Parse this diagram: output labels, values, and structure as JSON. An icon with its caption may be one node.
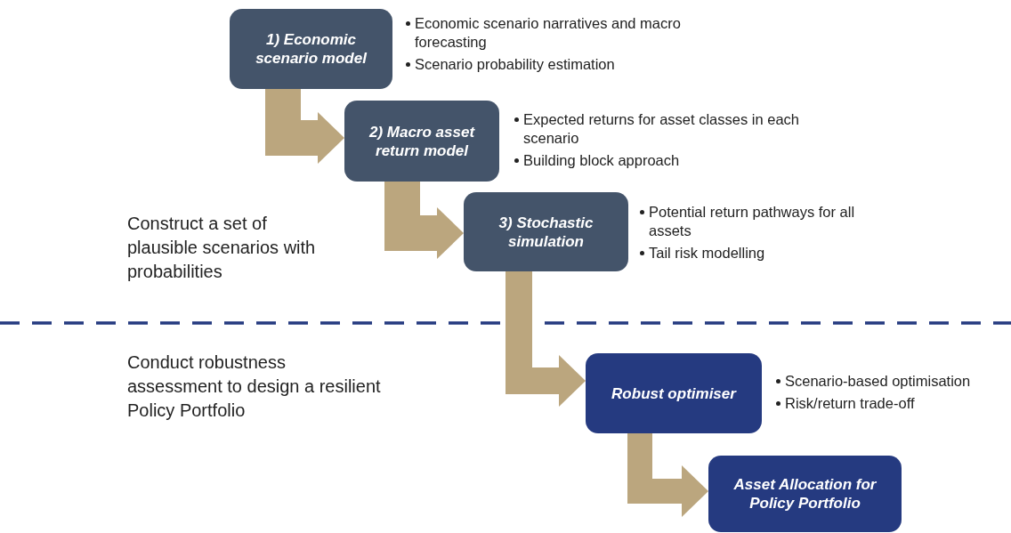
{
  "diagram": {
    "nodes": [
      {
        "text": [
          "1) Economic scenario model"
        ],
        "beside": [
          "Economic scenario narratives and macro forecasting",
          "Scenario probability estimation"
        ]
      },
      {
        "text": [
          "2) Macro asset return model"
        ],
        "beside": [
          "Expected returns for asset classes in each scenario",
          "Building block approach"
        ]
      },
      {
        "text": [
          "3) Stochastic simulation"
        ],
        "beside": [
          "Potential return pathways for all assets",
          "Tail risk modelling"
        ]
      },
      {
        "text": [
          "Robust optimiser"
        ],
        "beside": [
          "Scenario-based optimisation",
          "Risk/return trade-off"
        ]
      },
      {
        "text": [
          "Asset Allocation for Policy Portfolio"
        ]
      }
    ],
    "edges": [
      {
        "from": 0,
        "to": 1,
        "arrow": "to"
      },
      {
        "from": 1,
        "to": 2,
        "arrow": "to"
      },
      {
        "from": 2,
        "to": 3,
        "arrow": "to"
      },
      {
        "from": 3,
        "to": 4,
        "arrow": "to"
      }
    ],
    "labels": [
      "Construct a set of plausible scenarios with probabilities",
      "Conduct robustness assessment to design a resilient Policy Portfolio"
    ]
  }
}
